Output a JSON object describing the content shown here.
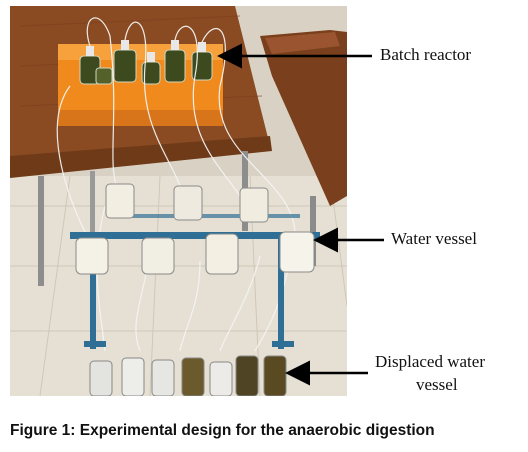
{
  "labels": {
    "batch_reactor": "Batch reactor",
    "water_vessel": "Water vessel",
    "displaced_line1": "Displaced water",
    "displaced_line2": "vessel"
  },
  "caption": "Figure 1: Experimental design for the anaerobic digestion",
  "colors": {
    "container": "#f08a1c",
    "table_wood": "#8a4a22",
    "stand_frame": "#2f6f95",
    "floor_tile": "#e8e2d6",
    "digestate": "#3d4a1e"
  }
}
